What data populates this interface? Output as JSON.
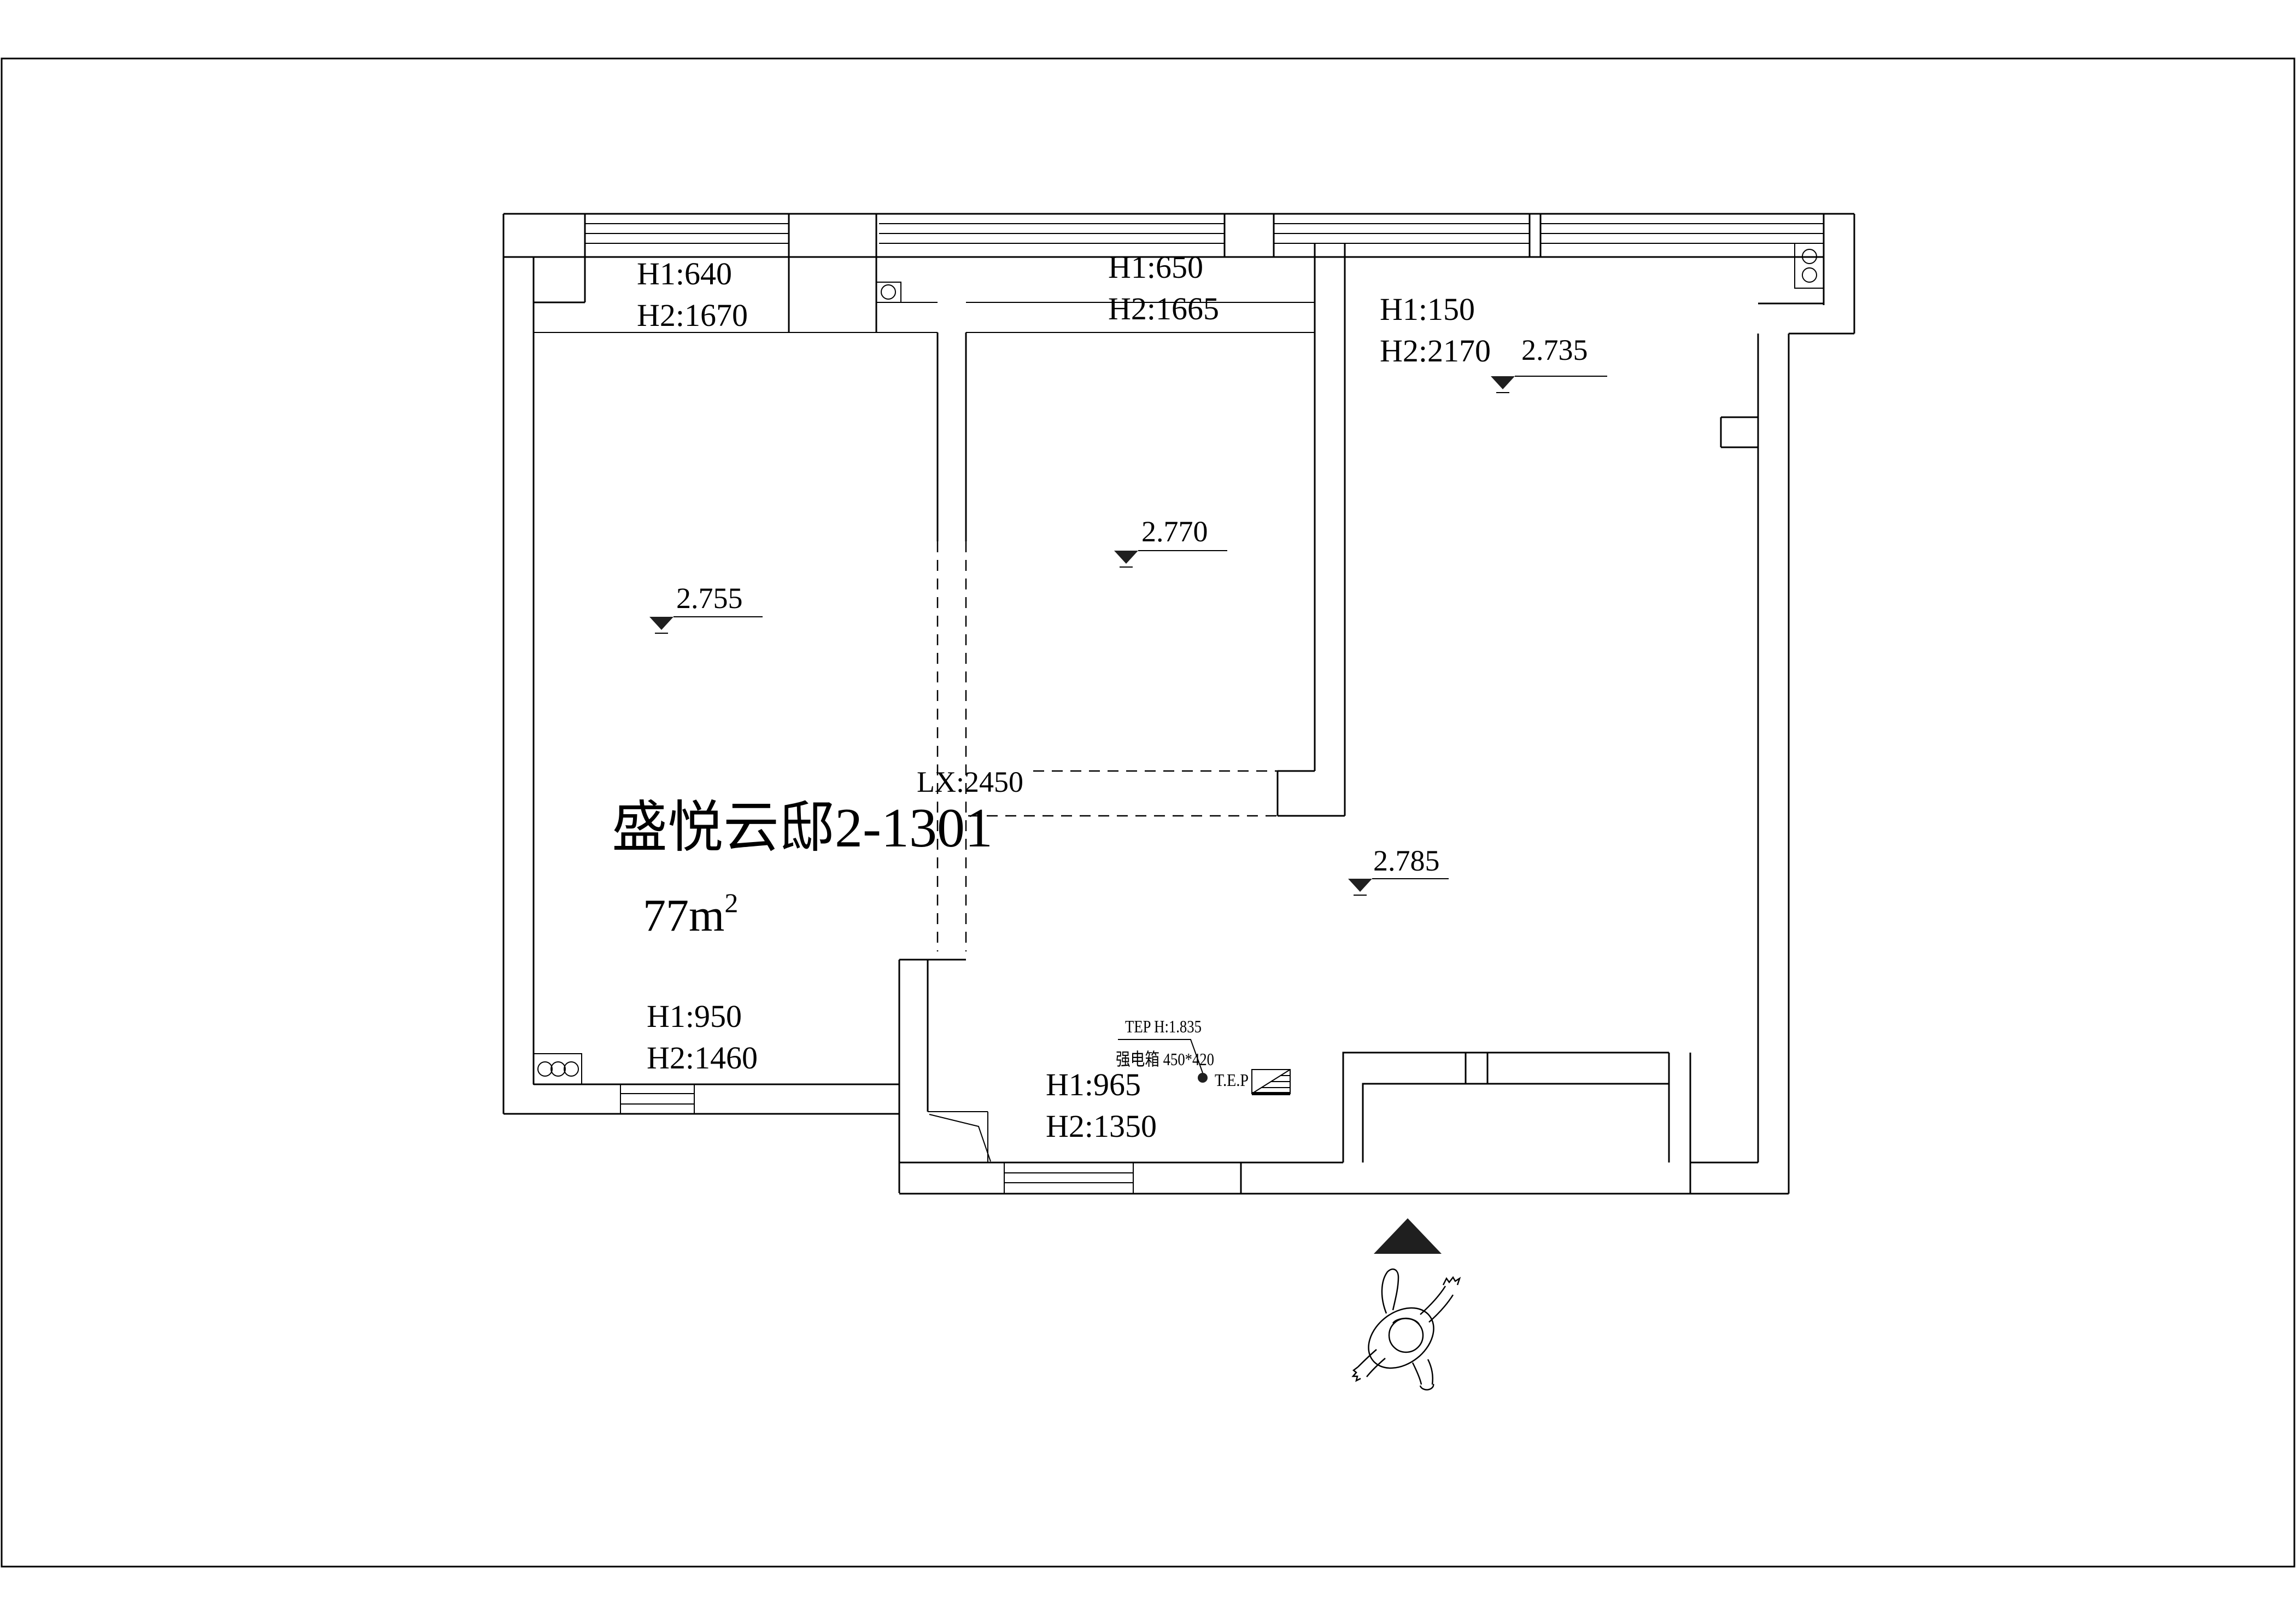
{
  "drawing": {
    "title": "盛悦云邸2-1301",
    "area_main": "77m",
    "area_sup": "2",
    "window_labels": [
      {
        "id": "left-bay",
        "h1": "H1:640",
        "h2": "H2:1670"
      },
      {
        "id": "middle-bay",
        "h1": "H1:650",
        "h2": "H2:1665"
      },
      {
        "id": "kitchen-bay",
        "h1": "H1:150",
        "h2": "H2:2170"
      },
      {
        "id": "left-bottom",
        "h1": "H1:950",
        "h2": "H2:1460"
      },
      {
        "id": "hall-bottom",
        "h1": "H1:965",
        "h2": "H2:1350"
      }
    ],
    "levels": [
      {
        "id": "left-room",
        "value": "2.755"
      },
      {
        "id": "middle-room",
        "value": "2.770"
      },
      {
        "id": "kitchen",
        "value": "2.735"
      },
      {
        "id": "living",
        "value": "2.785"
      }
    ],
    "opening_label": "LX:2450",
    "electric": {
      "tep_height": "TEP H:1.835",
      "panel": "强电箱  450*420",
      "tep": "T.E.P"
    },
    "colors": {
      "line": "#000000",
      "arrow_fill": "#1f1f1f",
      "background": "#ffffff"
    }
  }
}
